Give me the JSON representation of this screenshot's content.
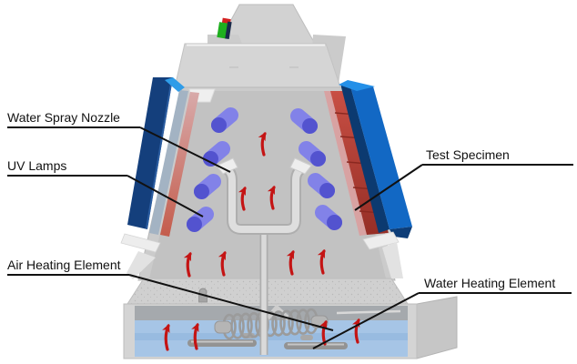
{
  "diagram": {
    "subject": "UV accelerated weathering test chamber cutaway",
    "labels": {
      "water_spray_nozzle": "Water Spray Nozzle",
      "uv_lamps": "UV Lamps",
      "test_specimen": "Test Specimen",
      "air_heating_element": "Air Heating Element",
      "water_heating_element": "Water Heating Element"
    },
    "colors": {
      "background": "#ffffff",
      "label_text": "#111111",
      "leader_line": "#111111",
      "cabinet_gray": "#d4d4d4",
      "chamber_interior_gray": "#c2c2c2",
      "specimen_panel_blue": "#1268c4",
      "specimen_panel_navy": "#143f7c",
      "specimen_mount_red": "#b5423a",
      "uv_lamp_body": "#8282e8",
      "uv_lamp_cap": "#5353cf",
      "airflow_arrow_red": "#c41414",
      "water_blue": "#a6c5e6",
      "indicator_green": "#1faf1f",
      "indicator_red": "#d42020"
    }
  }
}
